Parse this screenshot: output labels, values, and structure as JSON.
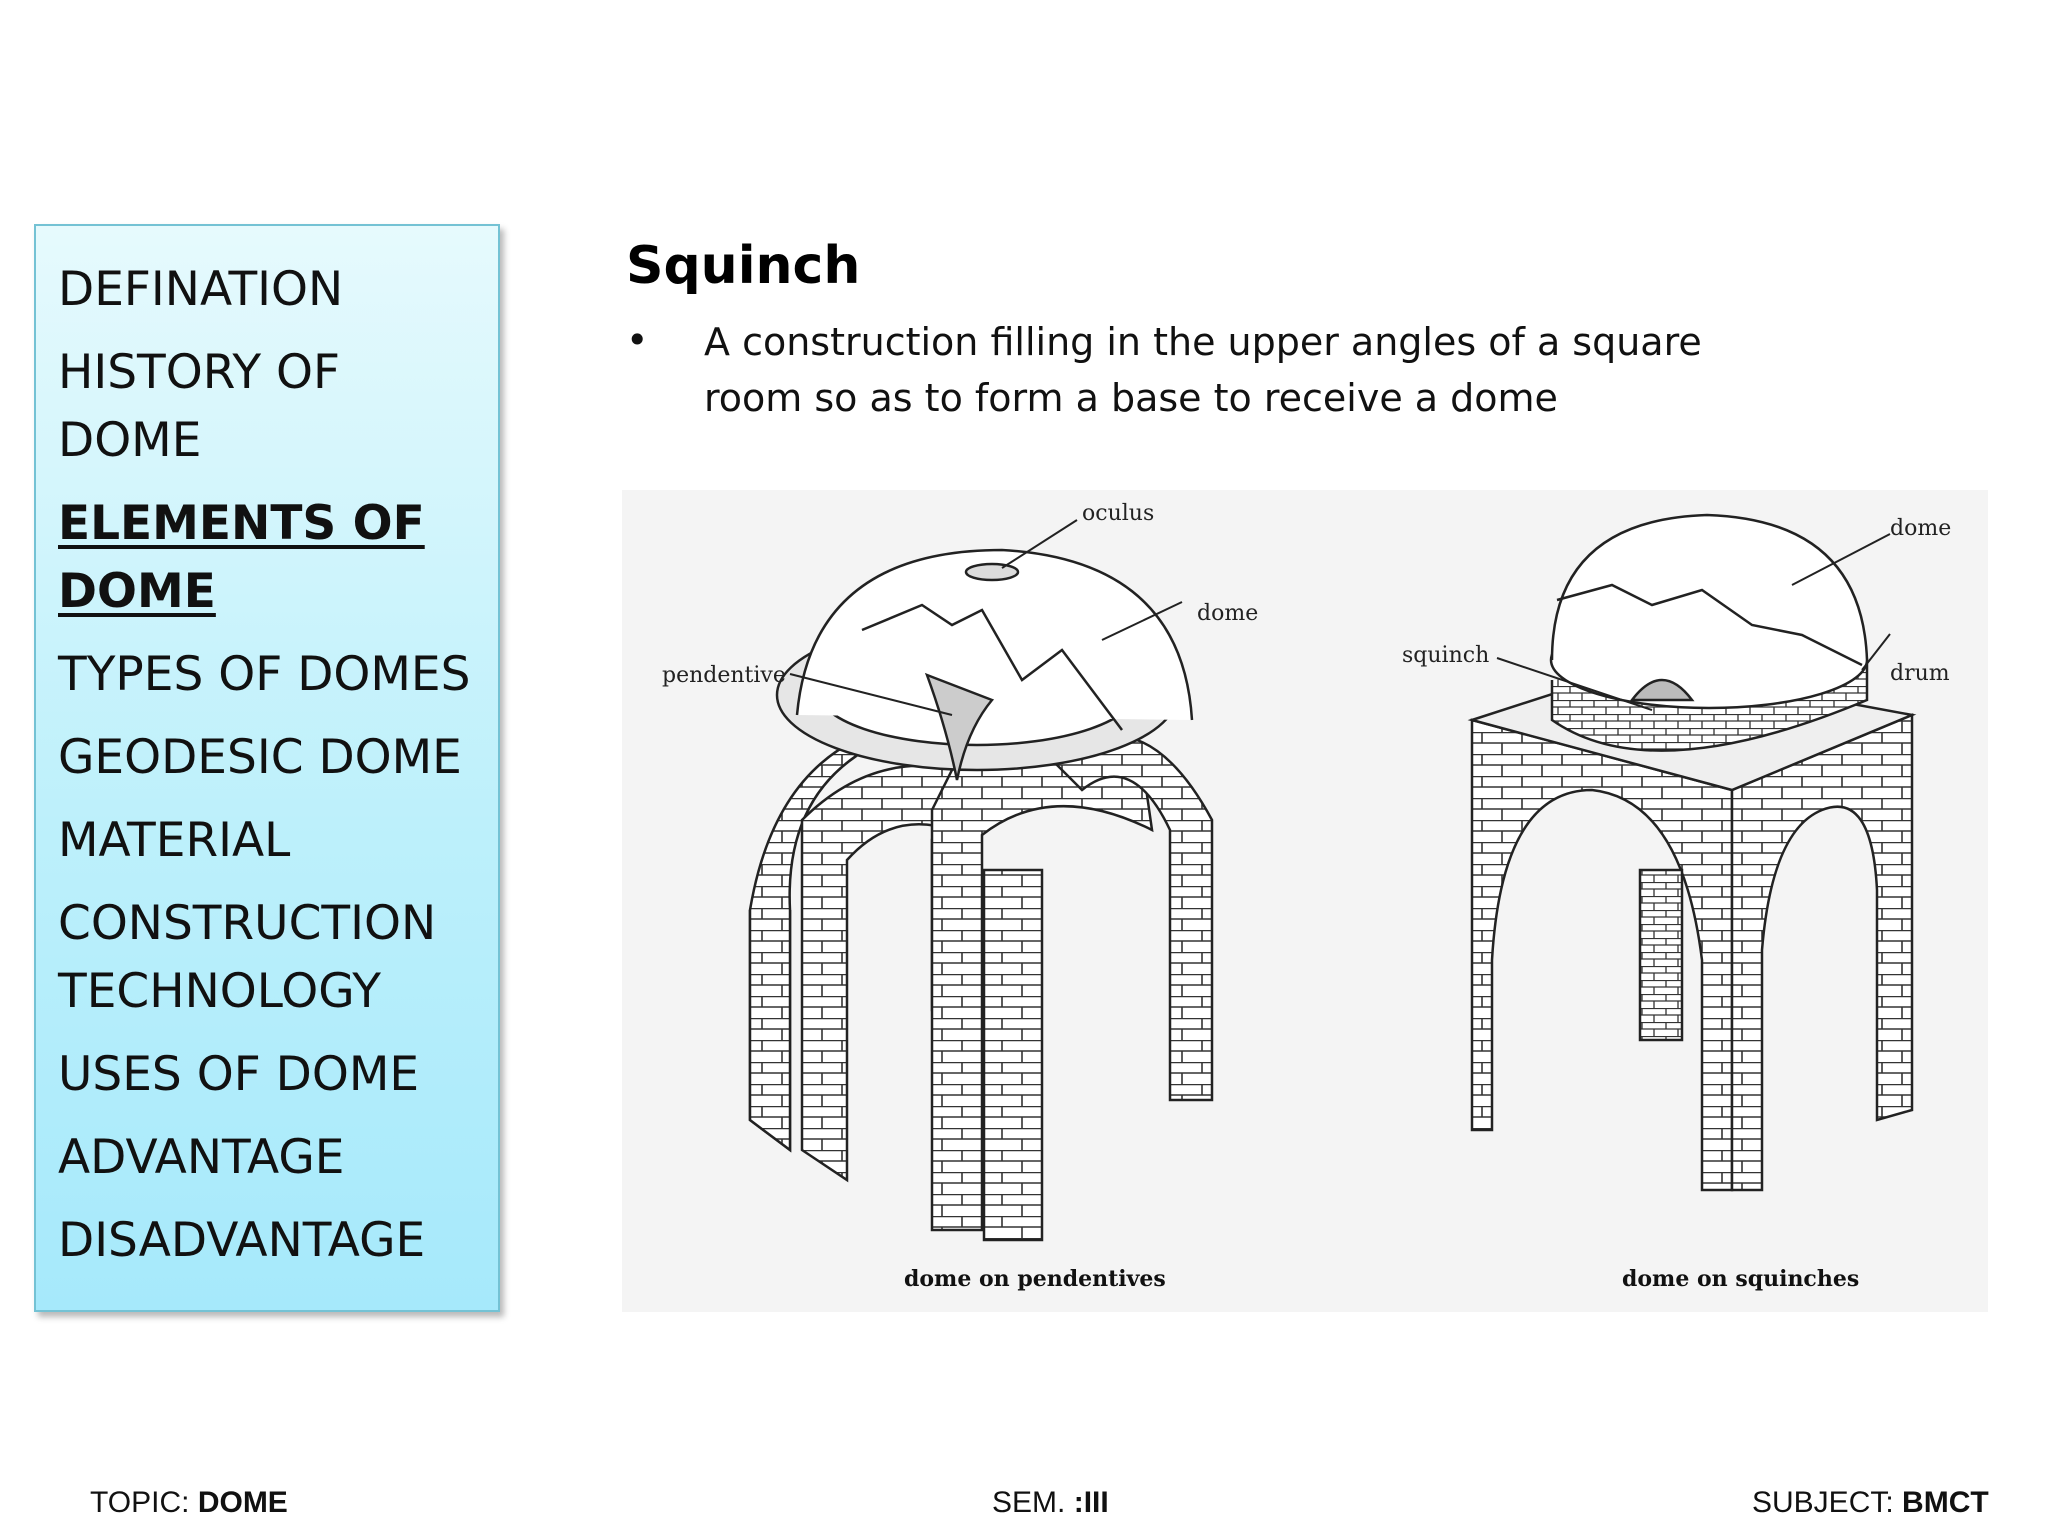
{
  "sidebar": {
    "items": [
      {
        "label": "DEFINATION"
      },
      {
        "label": "HISTORY OF DOME"
      },
      {
        "label": "ELEMENTS OF DOME",
        "active": true
      },
      {
        "label": "TYPES OF DOMES"
      },
      {
        "label": "GEODESIC DOME"
      },
      {
        "label": "MATERIAL"
      },
      {
        "label": "CONSTRUCTION TECHNOLOGY"
      },
      {
        "label": "USES OF DOME"
      },
      {
        "label": "ADVANTAGE"
      },
      {
        "label": "DISADVANTAGE"
      }
    ]
  },
  "content": {
    "title": "Squinch",
    "bullet": "A construction filling in the upper angles of a square room so as to form a base to receive a  dome"
  },
  "figure": {
    "left": {
      "labels": {
        "oculus": "oculus",
        "dome": "dome",
        "pendentive": "pendentive"
      },
      "caption": "dome on pendentives"
    },
    "right": {
      "labels": {
        "dome": "dome",
        "squinch": "squinch",
        "drum": "drum"
      },
      "caption": "dome on squinches"
    }
  },
  "footer": {
    "topic_label": "TOPIC:",
    "topic_value": "DOME",
    "sem_label": "SEM.",
    "sem_value": ":III",
    "subject_label": "SUBJECT:",
    "subject_value": "BMCT"
  }
}
